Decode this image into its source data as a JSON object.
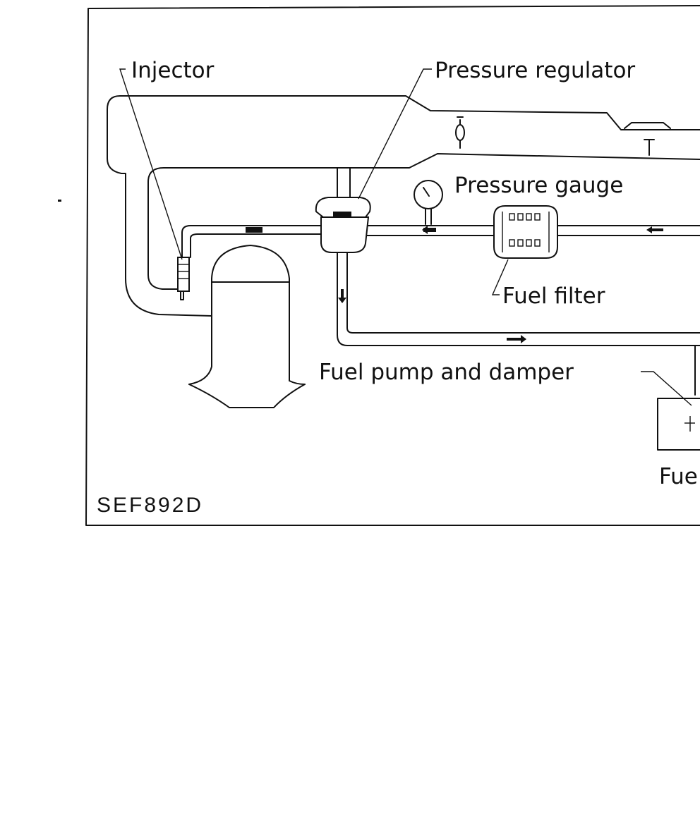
{
  "labels": {
    "injector": "Injector",
    "pressure_regulator": "Pressure regulator",
    "pressure_gauge": "Pressure gauge",
    "fuel_filter": "Fuel filter",
    "fuel_pump_and_damper": "Fuel pump and damper",
    "fuel_tank_partial": "Fue"
  },
  "figure_code": "SEF892D",
  "colors": {
    "ink": "#111111",
    "paper": "#ffffff"
  }
}
